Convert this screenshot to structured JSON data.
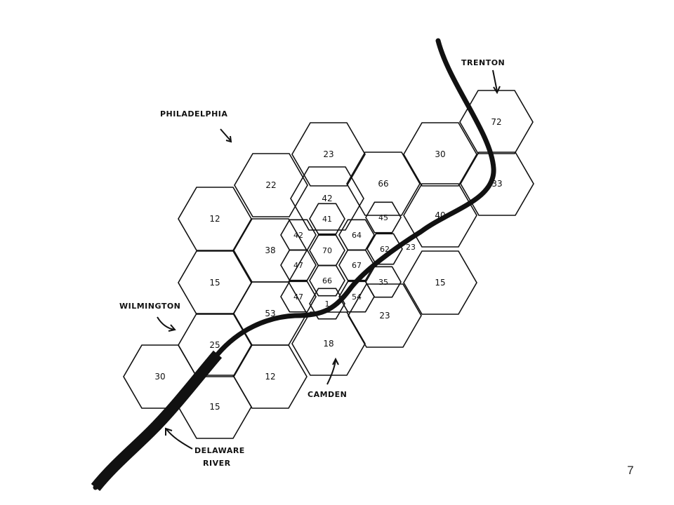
{
  "slide_number": "7",
  "places": {
    "trenton": "TRENTON",
    "philadelphia": "PHILADELPHIA",
    "wilmington": "WILMINGTON",
    "camden": "CAMDEN",
    "delaware": "DELAWARE",
    "river": "RIVER"
  },
  "large_cells": [
    "72",
    "30",
    "23",
    "66",
    "33",
    "40",
    "22",
    "42",
    "12",
    "38",
    "15",
    "15",
    "53",
    "23",
    "25",
    "18",
    "30",
    "12",
    "15"
  ],
  "small_cells": [
    "41",
    "45",
    "42",
    "64",
    "70",
    "62",
    "47",
    "67",
    "66",
    "35",
    "47",
    "1",
    "54"
  ],
  "edge_label": "23",
  "colors": {
    "ink": "#111111",
    "background": "#ffffff"
  }
}
